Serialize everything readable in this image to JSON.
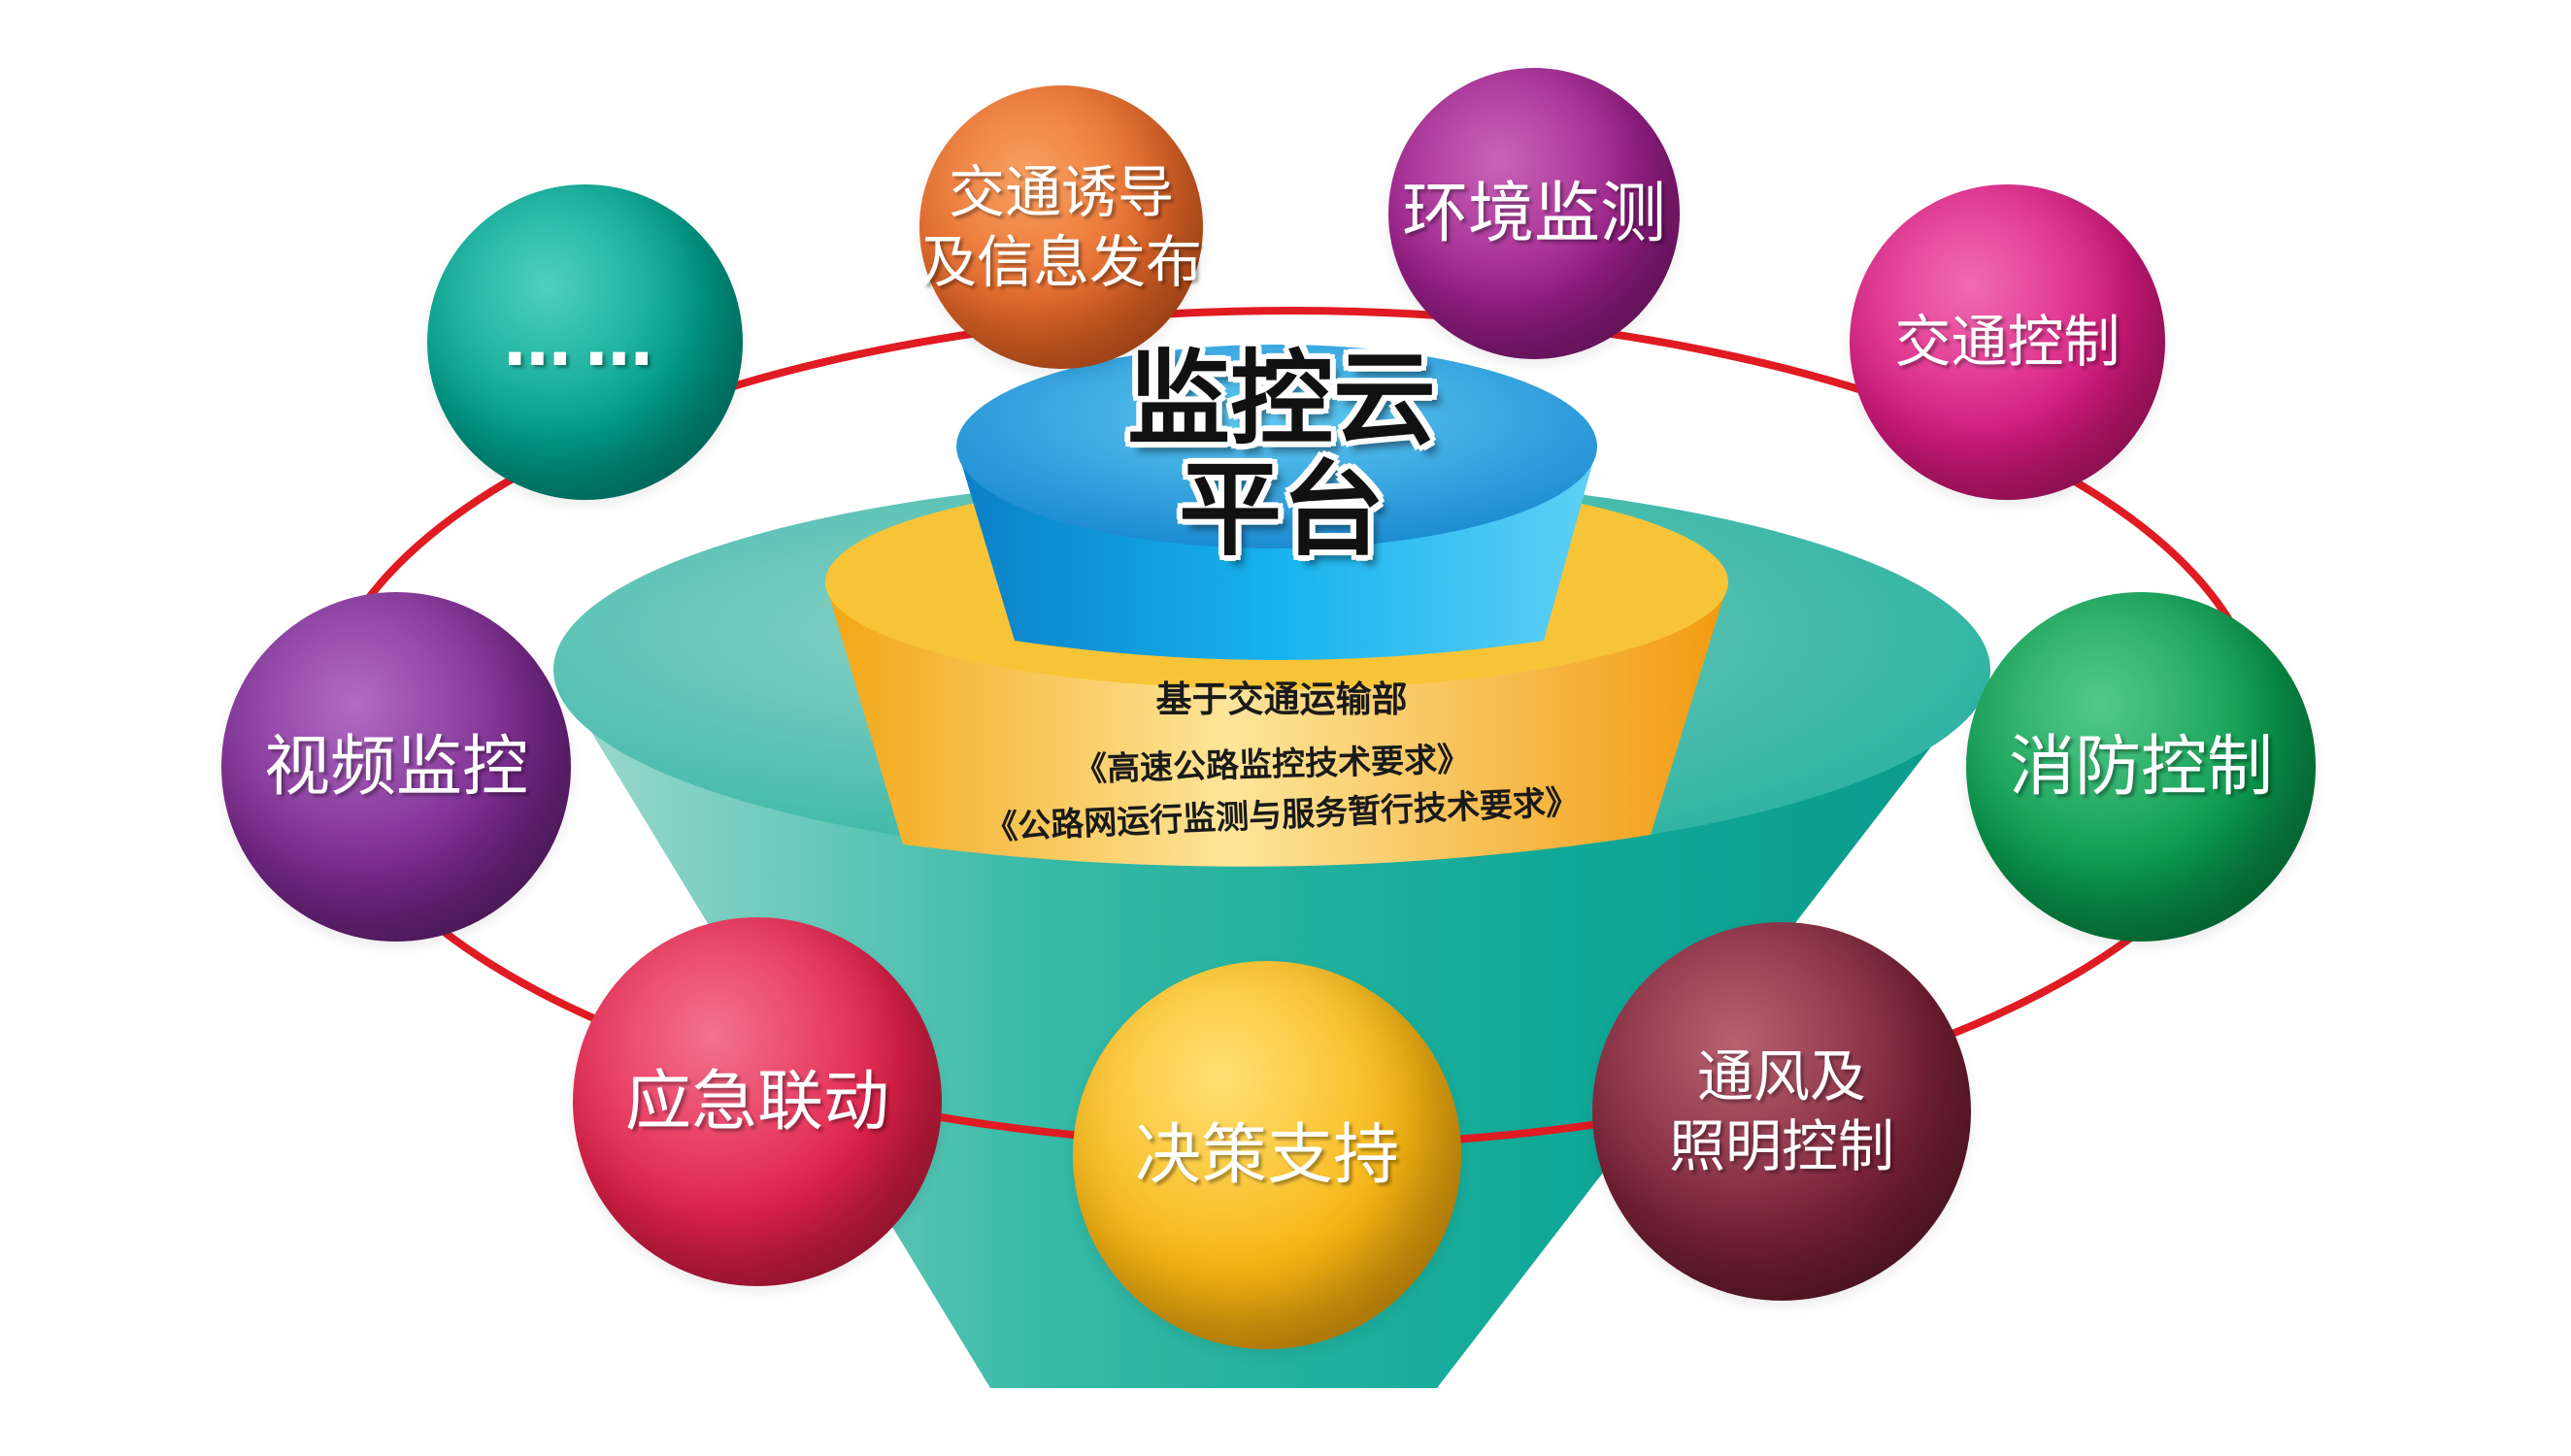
{
  "platform": {
    "title": "监控云\n平台"
  },
  "standards": {
    "line1": "基于交通运输部",
    "line2": "《高速公路监控技术要求》",
    "line3": "《公路网运行监测与服务暂行技术要求》"
  },
  "nodes": {
    "guidance": {
      "label": "交通诱导\n及信息发布",
      "color": "#e8692a"
    },
    "environment": {
      "label": "环境监测",
      "color": "#9b1f8a"
    },
    "traffic_control": {
      "label": "交通控制",
      "color": "#d81b7f"
    },
    "more": {
      "label": "……",
      "color": "#00a08c"
    },
    "video": {
      "label": "视频监控",
      "color": "#7a2a8e"
    },
    "fire": {
      "label": "消防控制",
      "color": "#0a9a4e"
    },
    "emergency": {
      "label": "应急联动",
      "color": "#e1214a"
    },
    "decision": {
      "label": "决策支持",
      "color": "#f7b512"
    },
    "ventilation": {
      "label": "通风及\n照明控制",
      "color": "#7a2238"
    }
  },
  "colors": {
    "ring": "#e01b22",
    "funnel": "#2fb3a0",
    "cylinder_top": "#1b8fd8",
    "cylinder_side": "#10b7ef",
    "gold_band": "#f5b81a"
  }
}
